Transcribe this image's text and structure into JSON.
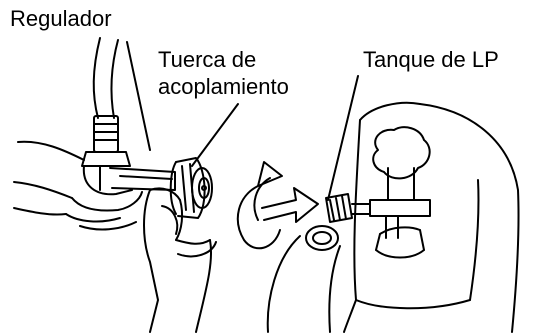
{
  "labels": {
    "regulator": "Regulador",
    "coupling_nut_line1": "Tuerca de",
    "coupling_nut_line2": "acoplamiento",
    "lp_tank": "Tanque de LP"
  },
  "colors": {
    "ink": "#000000",
    "background": "#ffffff"
  }
}
